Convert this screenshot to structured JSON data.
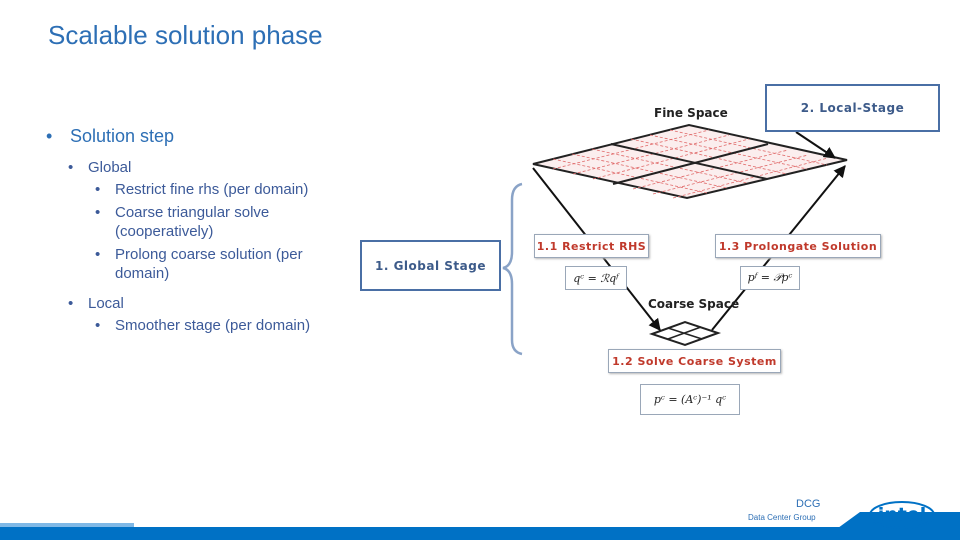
{
  "slide": {
    "title": "Scalable solution phase"
  },
  "bullets": {
    "l1": "Solution step",
    "global": "Global",
    "global_items": [
      "Restrict fine rhs (per domain)",
      "Coarse triangular solve (cooperatively)",
      "Prolong coarse solution (per domain)"
    ],
    "local": "Local",
    "local_items": [
      "Smoother stage (per domain)"
    ]
  },
  "diagram": {
    "fine_space": "Fine Space",
    "coarse_space": "Coarse Space",
    "local_stage": "2. Local-Stage",
    "global_stage": "1. Global Stage",
    "restrict": "1.1 Restrict RHS",
    "prolongate": "1.3 Prolongate Solution",
    "solve": "1.2 Solve Coarse System",
    "f_restrict": "qᶜ = ℛqᶠ",
    "f_prolong": "pᶠ = 𝒫pᶜ",
    "f_solve": "pᶜ = (Aᶜ)⁻¹ qᶜ"
  },
  "footer": {
    "dcg": "DCG",
    "dcg_full": "Data Center Group",
    "logo_text": "intel"
  },
  "colors": {
    "title": "#2d6fb5",
    "box_border": "#4a6fa5",
    "label_red": "#c0392b",
    "footer_blue": "#0071c5"
  }
}
